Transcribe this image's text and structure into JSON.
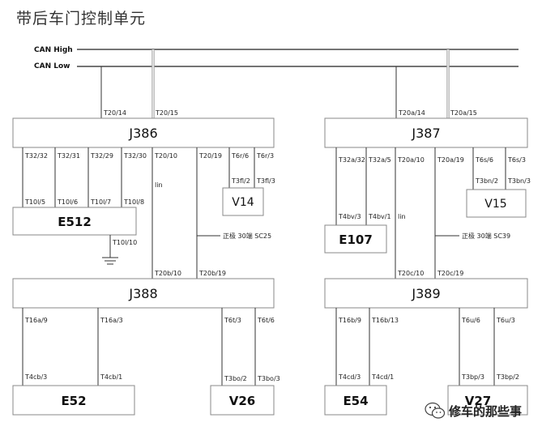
{
  "title": "带后车门控制单元",
  "bus": {
    "high": "CAN High",
    "low": "CAN Low"
  },
  "modules": {
    "J386": "J386",
    "J387": "J387",
    "J388": "J388",
    "J389": "J389",
    "E512": "E512",
    "E107": "E107",
    "E52": "E52",
    "E54": "E54",
    "V14": "V14",
    "V15": "V15",
    "V26": "V26",
    "V27": "V27"
  },
  "pins": {
    "j386_can_low": "T20/14",
    "j386_can_high": "T20/15",
    "j386_p1": "T32/32",
    "j386_p2": "T32/31",
    "j386_p3": "T32/29",
    "j386_p4": "T32/30",
    "j386_lin": "T20/10",
    "j386_pwr": "T20/19",
    "j386_v14a": "T6r/6",
    "j386_v14b": "T6r/3",
    "v14_a": "T3fl/2",
    "v14_b": "T3fl/3",
    "e512_1": "T10l/5",
    "e512_2": "T10l/6",
    "e512_3": "T10l/7",
    "e512_4": "T10l/8",
    "e512_gnd": "T10l/10",
    "j388_lin": "T20b/10",
    "j388_pwr": "T20b/19",
    "j388_e52a": "T16a/9",
    "j388_e52b": "T16a/3",
    "j388_v26a": "T6t/3",
    "j388_v26b": "T6t/6",
    "e52_a": "T4cb/3",
    "e52_b": "T4cb/1",
    "v26_a": "T3bo/2",
    "v26_b": "T3bo/3",
    "j387_can_low": "T20a/14",
    "j387_can_high": "T20a/15",
    "j387_p1": "T32a/32",
    "j387_p2": "T32a/5",
    "j387_lin": "T20a/10",
    "j387_pwr": "T20a/19",
    "j387_v15a": "T6s/6",
    "j387_v15b": "T6s/3",
    "v15_a": "T3bn/2",
    "v15_b": "T3bn/3",
    "e107_a": "T4bv/3",
    "e107_b": "T4bv/1",
    "j389_lin": "T20c/10",
    "j389_pwr": "T20c/19",
    "j389_e54a": "T16b/9",
    "j389_e54b": "T16b/13",
    "j389_v27a": "T6u/6",
    "j389_v27b": "T6u/3",
    "e54_a": "T4cd/3",
    "e54_b": "T4cd/1",
    "v27_a": "T3bp/3",
    "v27_b": "T3bp/2"
  },
  "labels": {
    "lin_left": "lin",
    "lin_right": "lin",
    "sc25": "正极 30端 SC25",
    "sc39": "正极 30端 SC39"
  },
  "watermark": {
    "text": "修车的那些事"
  }
}
